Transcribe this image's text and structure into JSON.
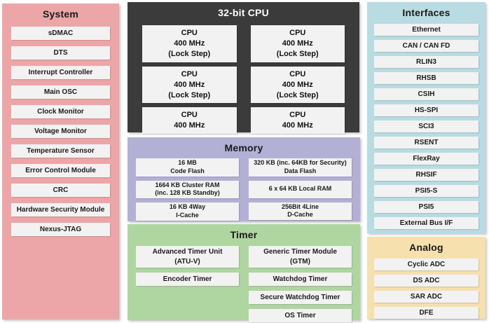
{
  "system": {
    "title": "System",
    "items": [
      "sDMAC",
      "DTS",
      "Interrupt Controller",
      "Main OSC",
      "Clock Monitor",
      "Voltage Monitor",
      "Temperature Sensor",
      "Error Control Module",
      "CRC",
      "Hardware Security Module",
      "Nexus-JTAG"
    ]
  },
  "cpu": {
    "title": "32-bit CPU",
    "cores": [
      "CPU\n400 MHz\n(Lock Step)",
      "CPU\n400 MHz\n(Lock Step)",
      "CPU\n400 MHz\n(Lock Step)",
      "CPU\n400 MHz\n(Lock Step)",
      "CPU\n400 MHz",
      "CPU\n400 MHz"
    ]
  },
  "memory": {
    "title": "Memory",
    "left": [
      "16 MB\nCode Flash",
      "1664 KB Cluster RAM\n(inc. 128 KB Standby)",
      "16 KB 4Way\nI-Cache"
    ],
    "right": [
      "320 KB (inc. 64KB for Security)\nData Flash",
      "6 x 64 KB Local RAM",
      "256Bit 4Line\nD-Cache"
    ]
  },
  "timer": {
    "title": "Timer",
    "left": [
      "Advanced Timer Unit\n(ATU-V)",
      "Encoder Timer"
    ],
    "right": [
      "Generic Timer Module\n(GTM)",
      "Watchdog Timer",
      "Secure Watchdog Timer",
      "OS Timer"
    ]
  },
  "interfaces": {
    "title": "Interfaces",
    "items": [
      "Ethernet",
      "CAN / CAN FD",
      "RLIN3",
      "RHSB",
      "CSIH",
      "HS-SPI",
      "SCI3",
      "RSENT",
      "FlexRay",
      "RHSIF",
      "PSI5-S",
      "PSI5",
      "External Bus I/F"
    ]
  },
  "analog": {
    "title": "Analog",
    "items": [
      "Cyclic ADC",
      "DS ADC",
      "SAR ADC",
      "DFE"
    ]
  },
  "colors": {
    "system_bg": "#ECA6A8",
    "cpu_bg": "#3B3B3B",
    "memory_bg": "#B3B0D5",
    "timer_bg": "#AFD6A0",
    "interfaces_bg": "#B8DCE2",
    "analog_bg": "#F5E0AE",
    "box_bg": "#F2F2F2",
    "cpu_title_color": "#FFFFFF"
  }
}
